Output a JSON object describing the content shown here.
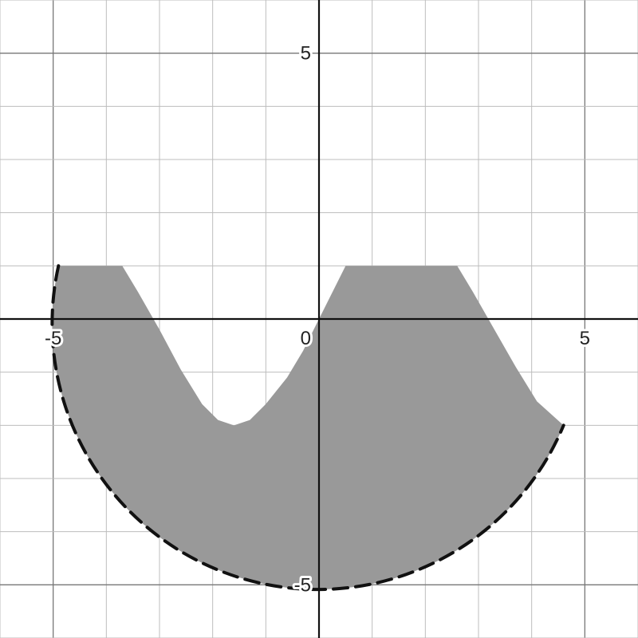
{
  "chart_data": {
    "type": "area",
    "title": "",
    "xlabel": "",
    "ylabel": "",
    "xlim": [
      -6,
      6
    ],
    "ylim": [
      -6,
      6
    ],
    "grid": true,
    "grid_step": 1,
    "x_tick_labels": [
      {
        "value": -5,
        "text": "-5"
      },
      {
        "value": 0,
        "text": "0"
      },
      {
        "value": 5,
        "text": "5"
      }
    ],
    "y_tick_labels": [
      {
        "value": 5,
        "text": "5"
      },
      {
        "value": -5,
        "text": "-5"
      }
    ],
    "region": {
      "description_source": "shaded region between an upper curve and a dashed lower circle arc",
      "upper_boundary": [
        [
          -4.9,
          1
        ],
        [
          -3.7,
          1
        ],
        [
          -3.4,
          0.5
        ],
        [
          -3.0,
          -0.2
        ],
        [
          -2.6,
          -0.95
        ],
        [
          -2.2,
          -1.6
        ],
        [
          -1.9,
          -1.9
        ],
        [
          -1.6,
          -2.0
        ],
        [
          -1.3,
          -1.9
        ],
        [
          -1.0,
          -1.6
        ],
        [
          -0.6,
          -1.1
        ],
        [
          -0.3,
          -0.6
        ],
        [
          0,
          0
        ],
        [
          0.5,
          1
        ],
        [
          2.6,
          1
        ],
        [
          2.9,
          0.5
        ],
        [
          3.3,
          -0.2
        ],
        [
          3.7,
          -0.9
        ],
        [
          4.1,
          -1.55
        ],
        [
          4.6,
          -2.0
        ]
      ],
      "lower_boundary": {
        "shape": "circle-arc",
        "center": [
          0,
          0
        ],
        "radius": 5,
        "from": [
          -4.9,
          1
        ],
        "to": [
          4.6,
          -2.0
        ],
        "style": "dashed"
      },
      "fill_color": "#999999",
      "boundary_color": "#111111"
    }
  }
}
